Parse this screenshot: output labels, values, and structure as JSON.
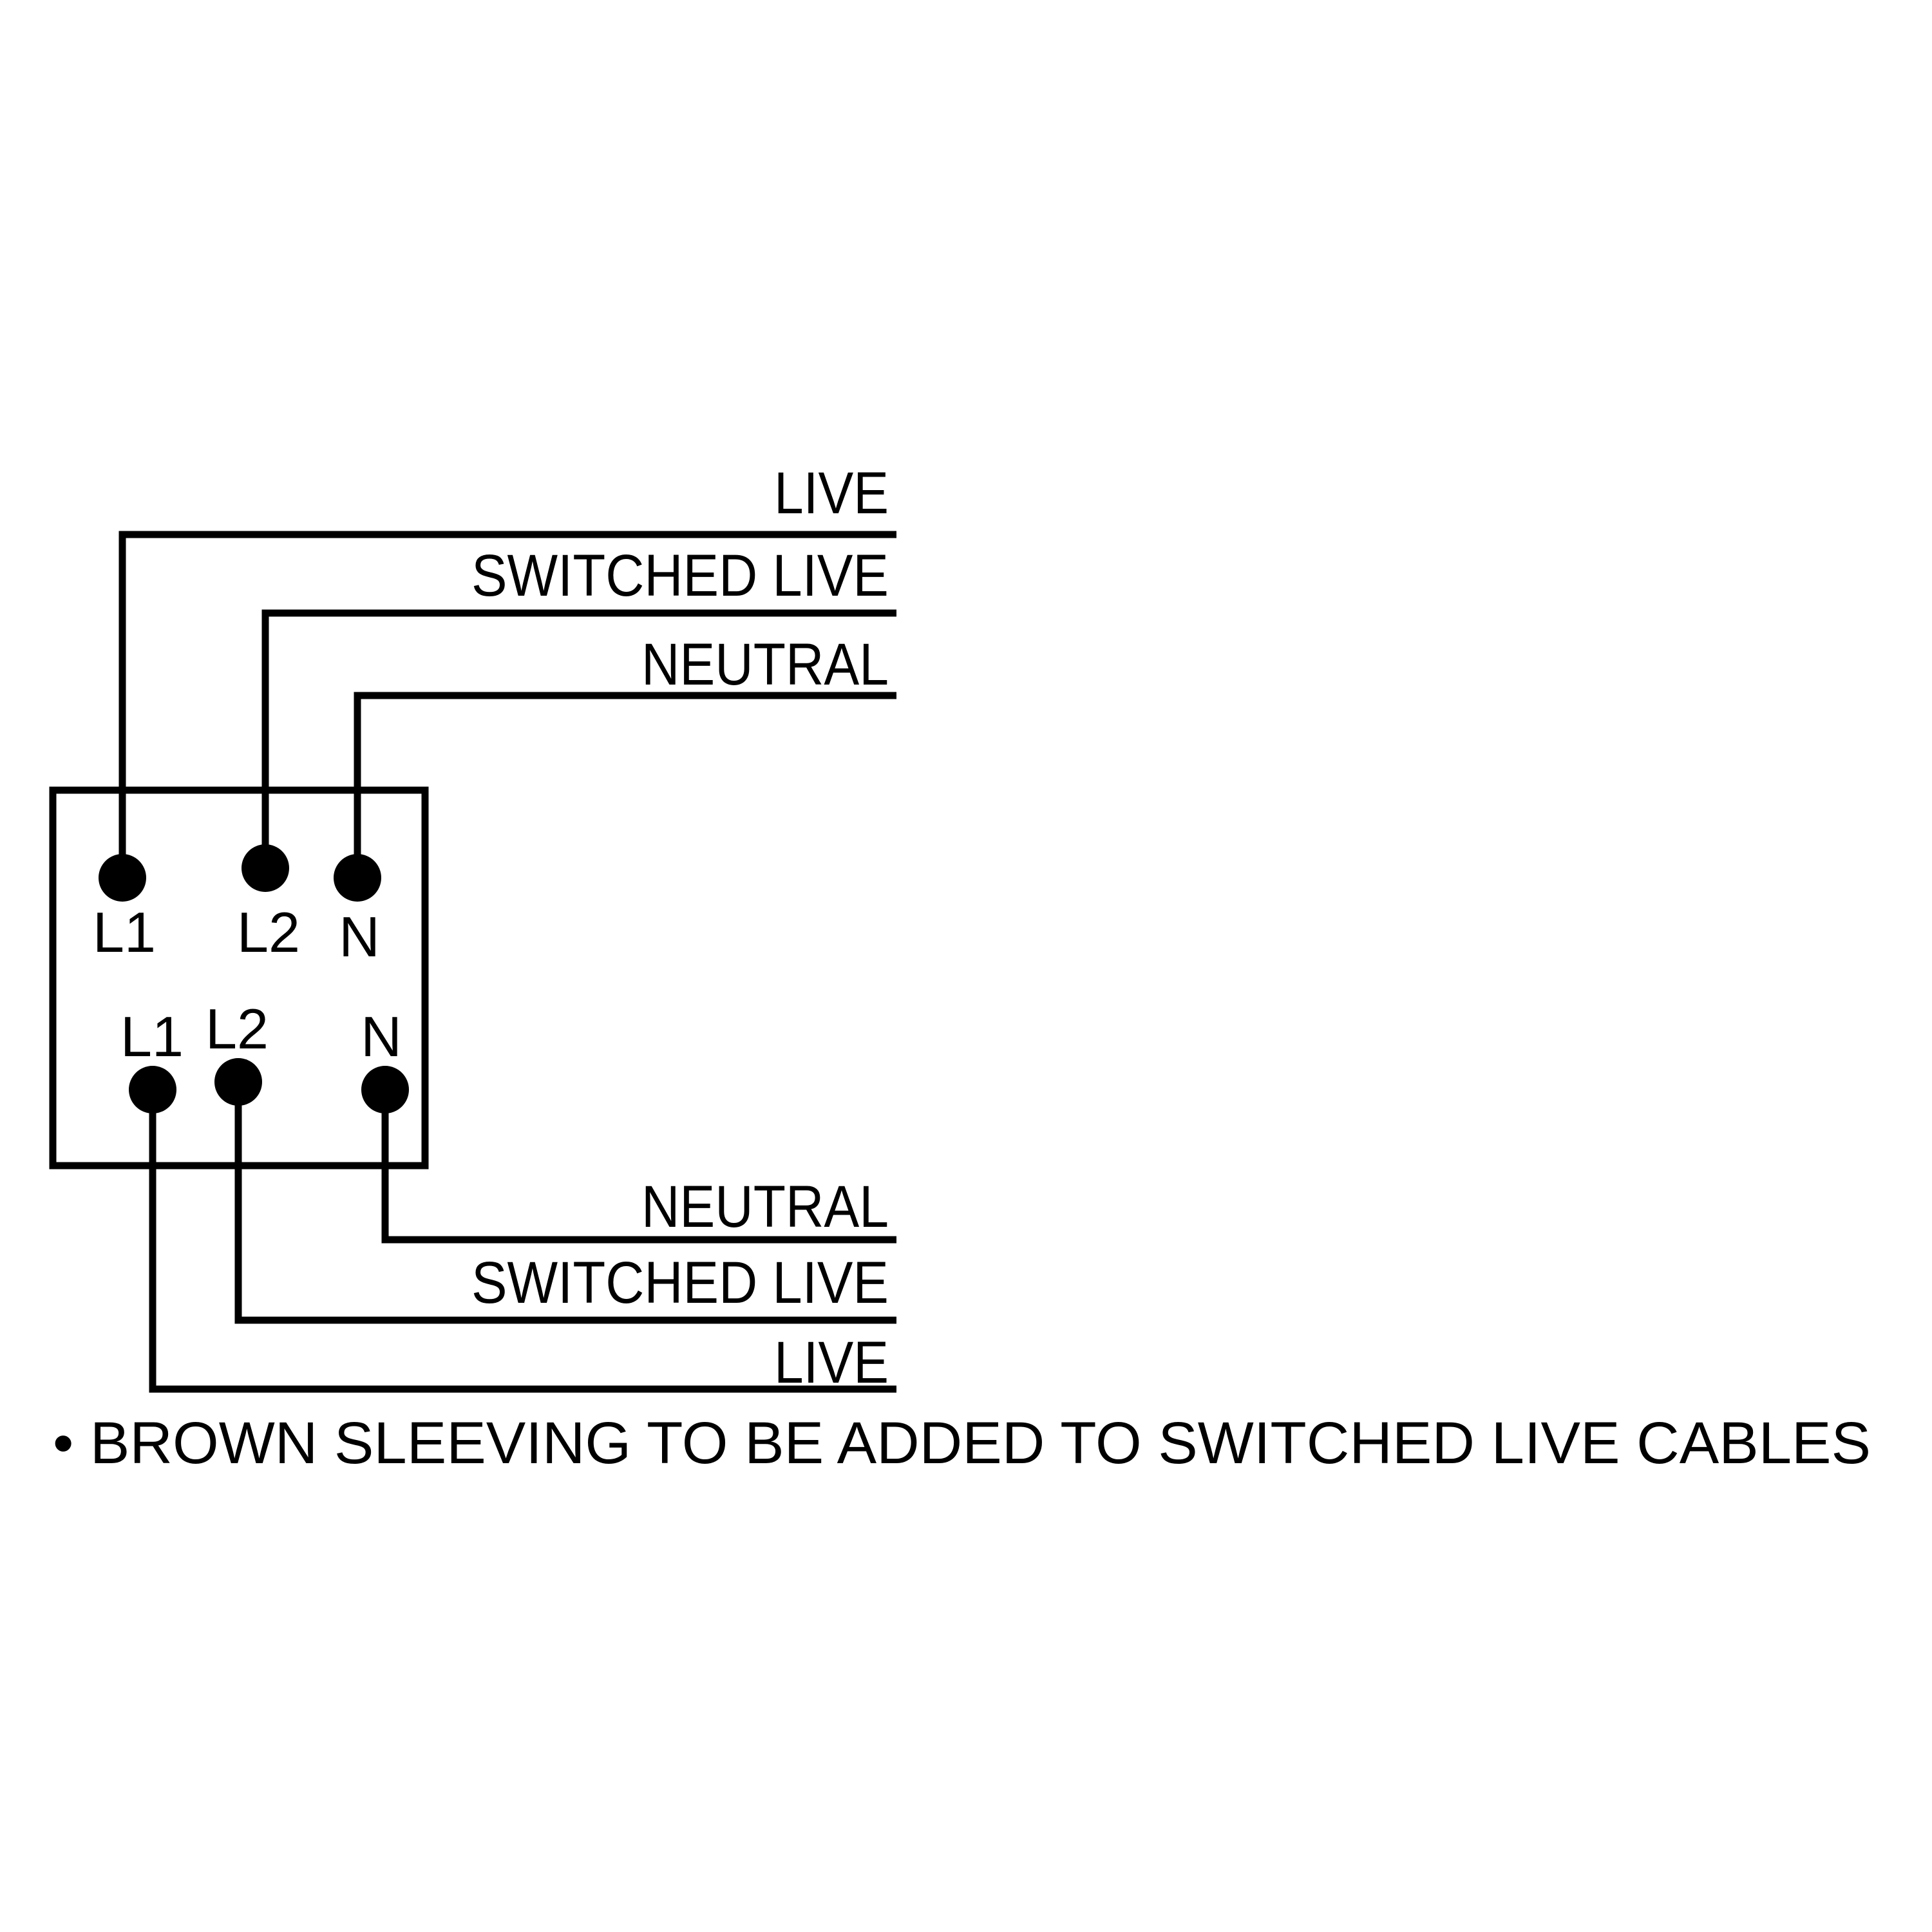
{
  "colors": {
    "line": "#000000",
    "background": "#ffffff"
  },
  "top_wires": [
    "LIVE",
    "SWITCHED LIVE",
    "NEUTRAL"
  ],
  "bottom_wires": [
    "NEUTRAL",
    "SWITCHED LIVE",
    "LIVE"
  ],
  "top_terminals": [
    "L1",
    "L2",
    "N"
  ],
  "bottom_terminals": [
    "L1",
    "L2",
    "N"
  ],
  "note": "• BROWN SLEEVING TO BE ADDED TO SWITCHED LIVE CABLES"
}
